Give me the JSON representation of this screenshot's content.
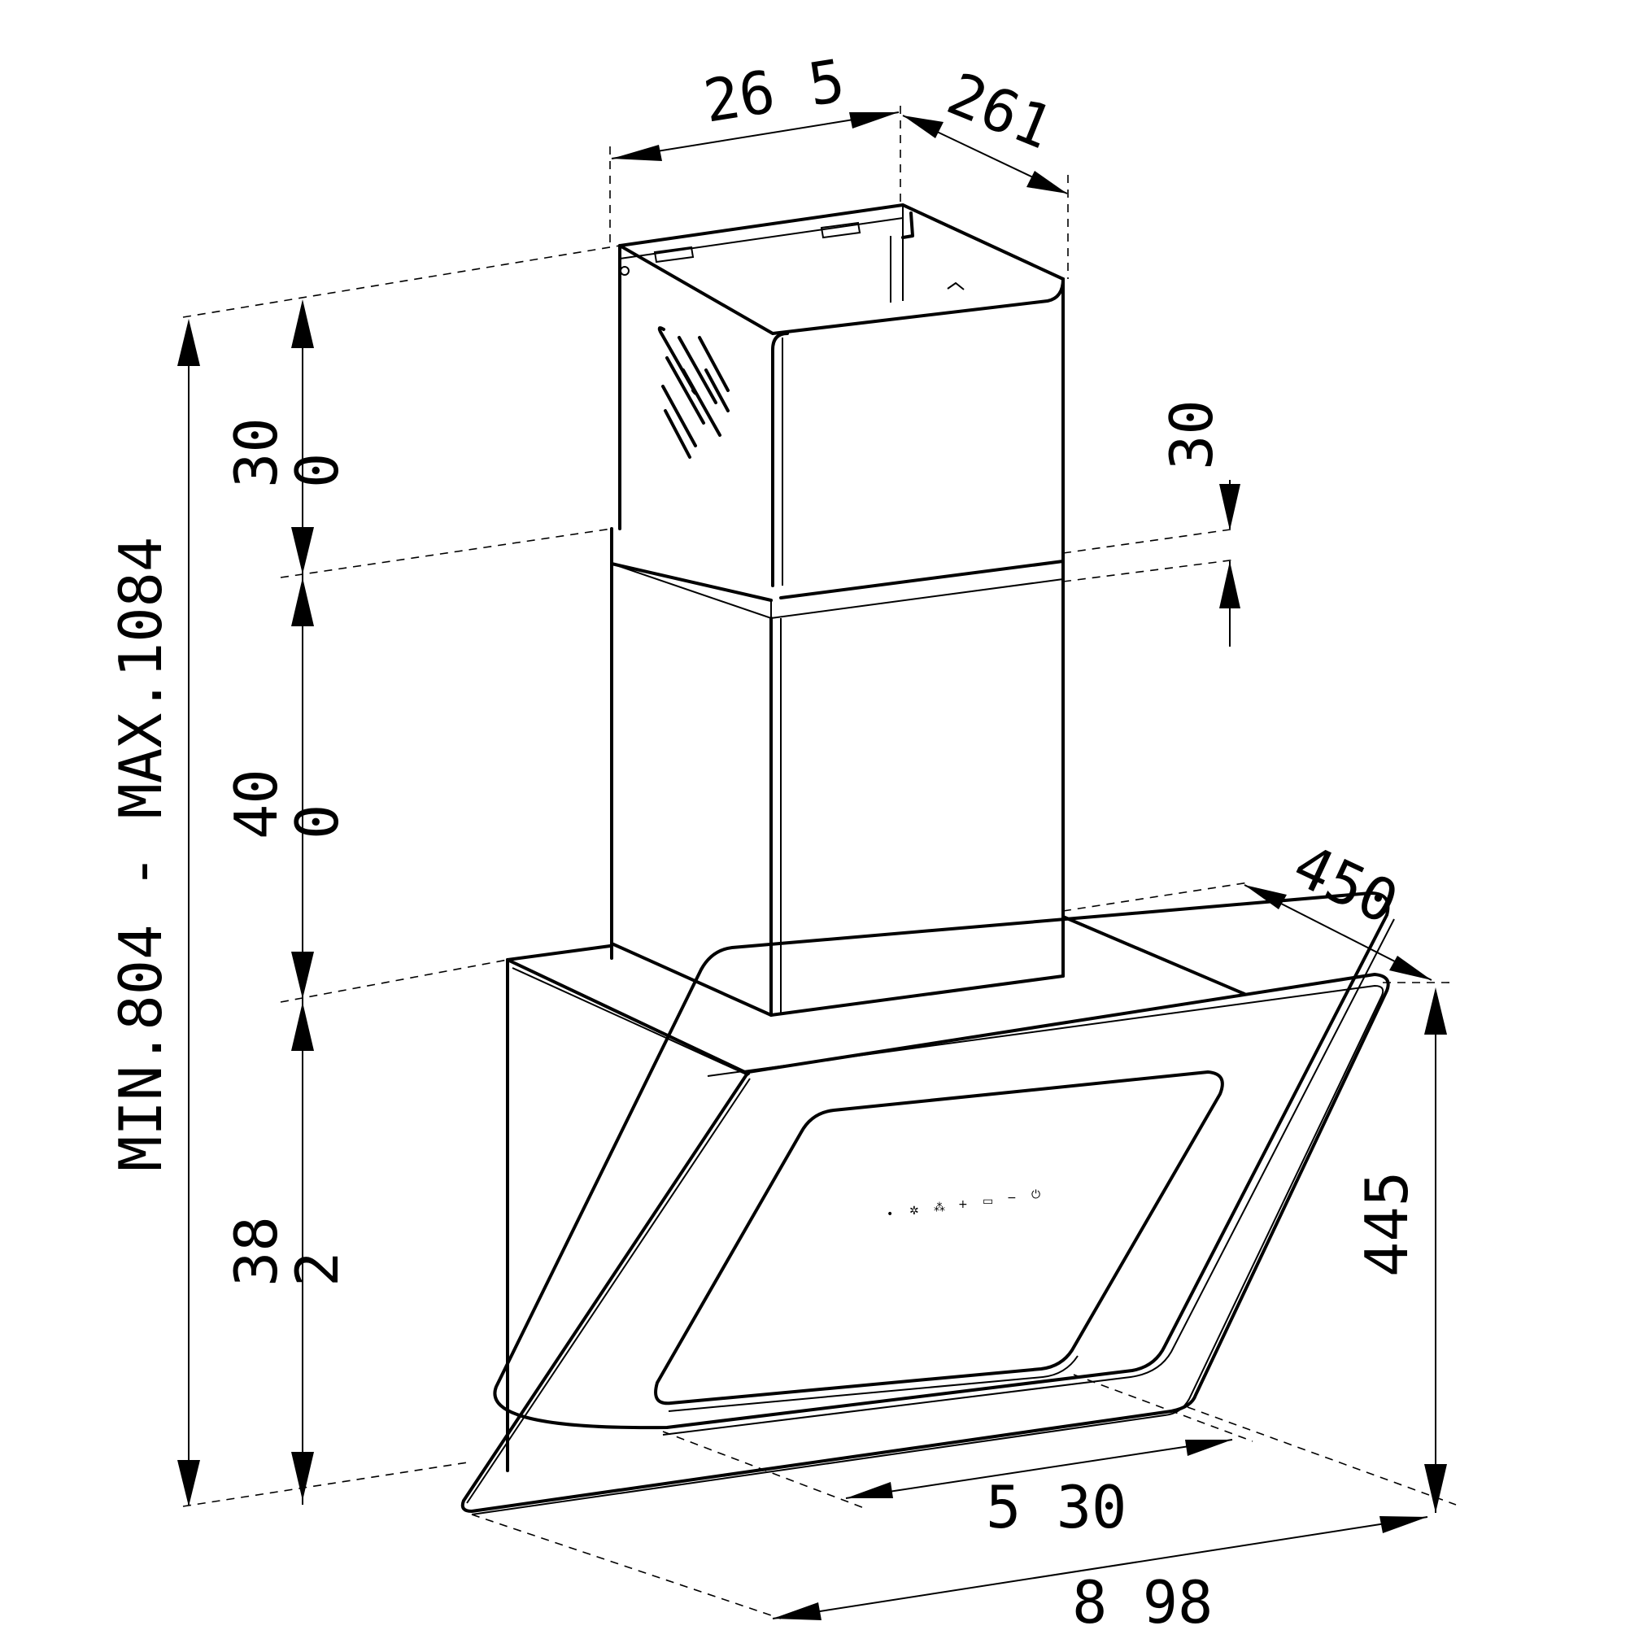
{
  "dimensions": {
    "chimney_width": "26 5",
    "chimney_depth": "261",
    "upper_chimney_height_a": "30",
    "upper_chimney_height_b": "0",
    "lower_chimney_height_a": "40",
    "lower_chimney_height_b": "0",
    "hood_height_a": "38",
    "hood_height_b": "2",
    "total_height": "MIN.804  -  MAX.1084",
    "overlap": "30",
    "hood_depth": "450",
    "hood_glass_height": "445",
    "inner_width": "5 30",
    "overall_width": "8 98"
  },
  "control_panel": {
    "symbols": [
      "•",
      "✲",
      "⁂",
      "+",
      "▭",
      "−",
      "⏻"
    ]
  },
  "colors": {
    "line": "#000000",
    "background": "#ffffff"
  }
}
